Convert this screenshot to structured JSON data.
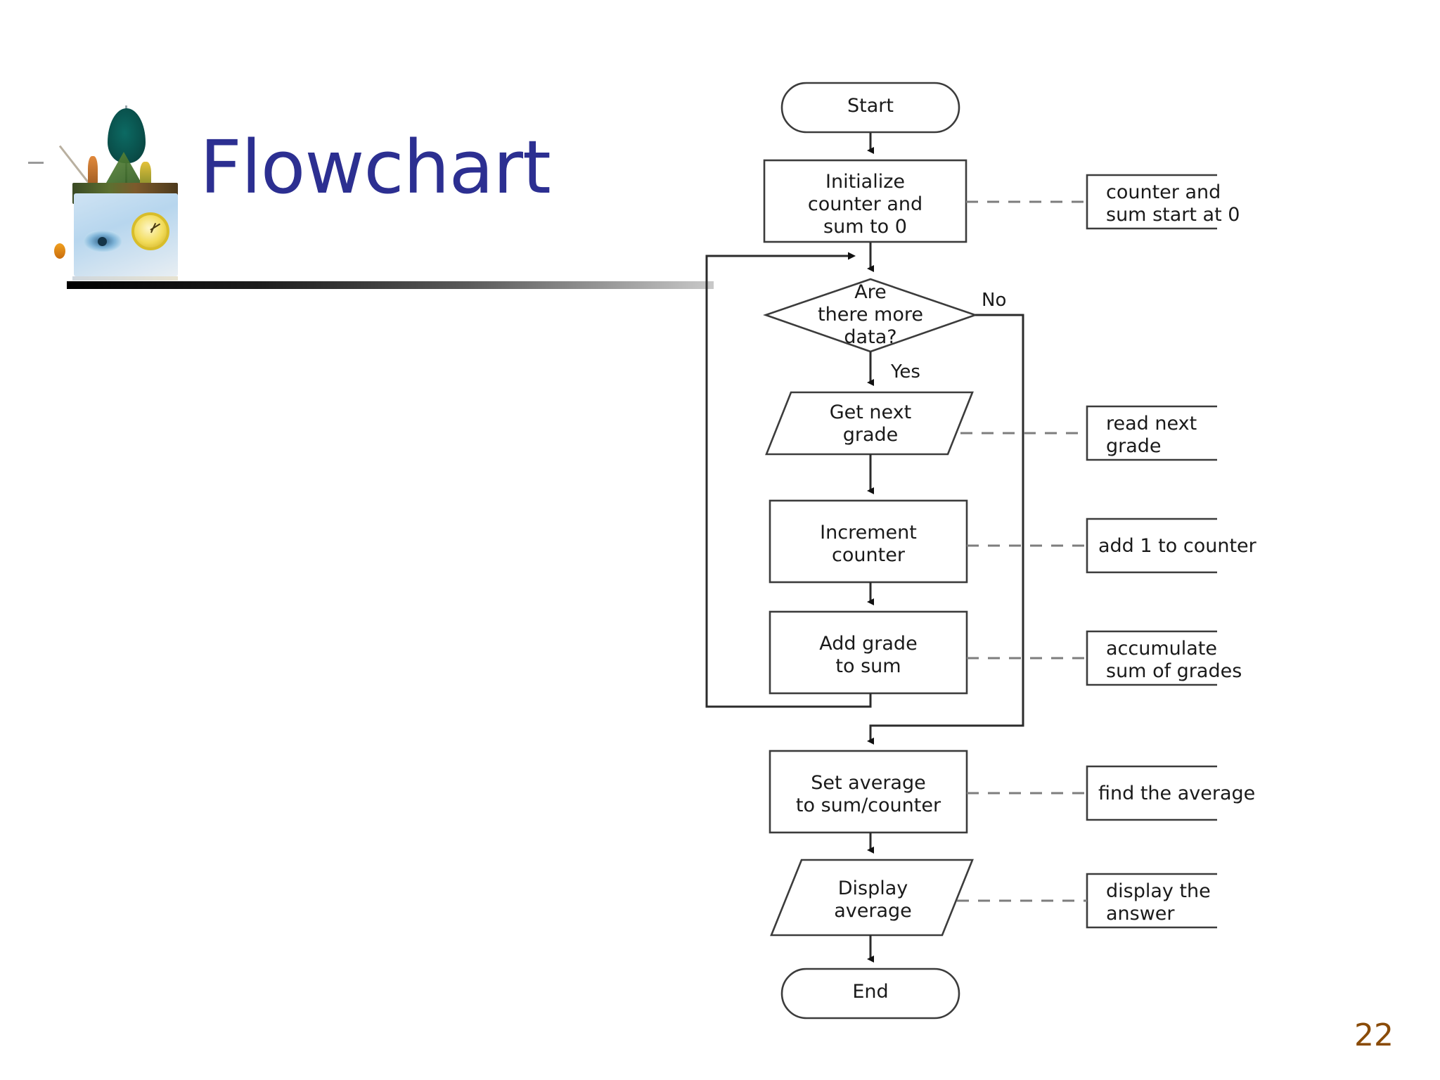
{
  "slide": {
    "title": "Flowchart",
    "title_color": "#2c2f91",
    "page_number": "22",
    "page_number_color": "#8a4b08",
    "logo_name": "decorative-collage-logo"
  },
  "chart_data": {
    "type": "diagram",
    "diagram_kind": "flowchart",
    "title": "Flowchart",
    "nodes": [
      {
        "id": "start",
        "shape": "terminator",
        "label": "Start"
      },
      {
        "id": "init",
        "shape": "process",
        "label": "Initialize\ncounter and\nsum to 0"
      },
      {
        "id": "decision",
        "shape": "decision",
        "label": "Are\nthere more\ndata?"
      },
      {
        "id": "getgrade",
        "shape": "input-output",
        "label": "Get next\ngrade"
      },
      {
        "id": "increment",
        "shape": "process",
        "label": "Increment\ncounter"
      },
      {
        "id": "addgrade",
        "shape": "process",
        "label": "Add grade\nto sum"
      },
      {
        "id": "setaverage",
        "shape": "process",
        "label": "Set average\nto sum/counter"
      },
      {
        "id": "display",
        "shape": "input-output",
        "label": "Display\naverage"
      },
      {
        "id": "end",
        "shape": "terminator",
        "label": "End"
      }
    ],
    "edges": [
      {
        "from": "start",
        "to": "init",
        "label": ""
      },
      {
        "from": "init",
        "to": "decision",
        "label": ""
      },
      {
        "from": "decision",
        "to": "getgrade",
        "label": "Yes"
      },
      {
        "from": "decision",
        "to": "setaverage",
        "label": "No"
      },
      {
        "from": "getgrade",
        "to": "increment",
        "label": ""
      },
      {
        "from": "increment",
        "to": "addgrade",
        "label": ""
      },
      {
        "from": "addgrade",
        "to": "decision",
        "label": ""
      },
      {
        "from": "setaverage",
        "to": "display",
        "label": ""
      },
      {
        "from": "display",
        "to": "end",
        "label": ""
      }
    ],
    "annotations": [
      {
        "for": "init",
        "text": "counter and\nsum start at 0"
      },
      {
        "for": "getgrade",
        "text": "read next\ngrade"
      },
      {
        "for": "increment",
        "text": "add 1 to counter"
      },
      {
        "for": "addgrade",
        "text": "accumulate\nsum of grades"
      },
      {
        "for": "setaverage",
        "text": "find the average"
      },
      {
        "for": "display",
        "text": "display the\nanswer"
      }
    ],
    "branch_labels": {
      "yes": "Yes",
      "no": "No"
    },
    "legend": [],
    "stroke_color": "#3c3c3c",
    "text_color": "#1a1a1a"
  }
}
